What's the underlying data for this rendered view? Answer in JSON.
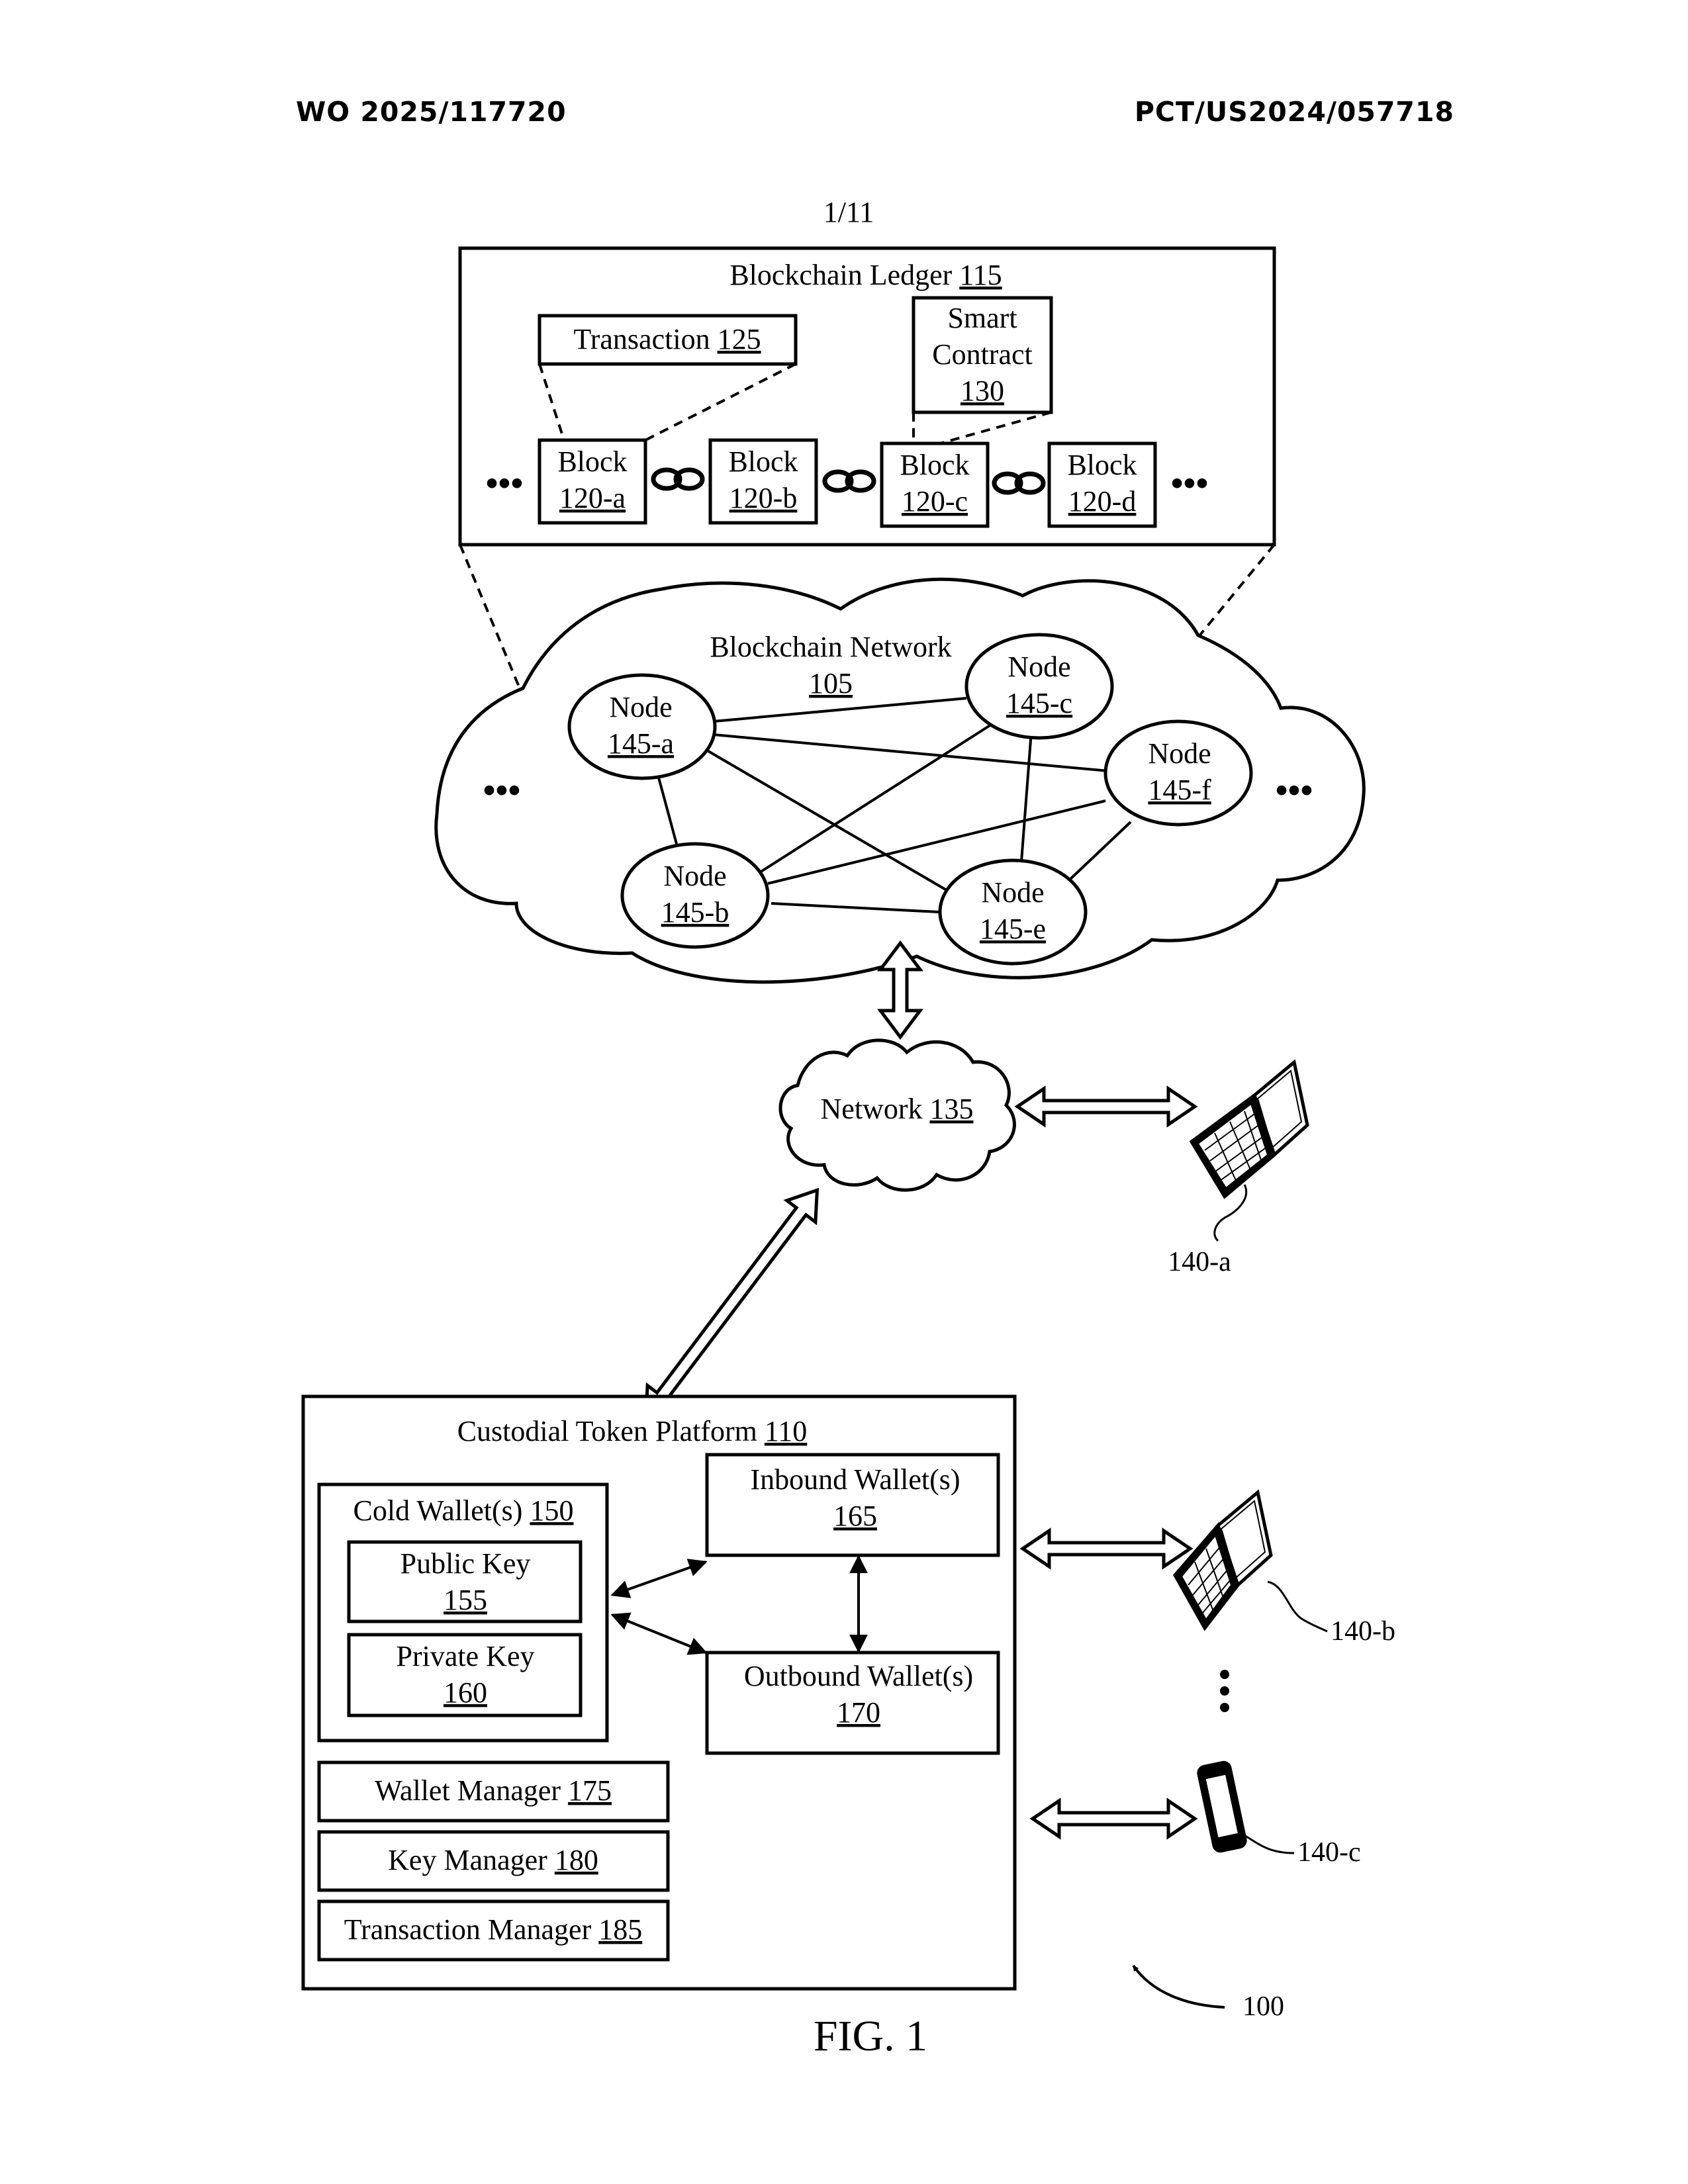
{
  "header": {
    "publication_number": "WO 2025/117720",
    "application_number": "PCT/US2024/057718",
    "sheet": "1/11"
  },
  "figure": {
    "label": "FIG. 1",
    "system_ref": "100"
  },
  "ledger": {
    "title": "Blockchain Ledger",
    "ref": "115",
    "transaction": {
      "label": "Transaction",
      "ref": "125"
    },
    "smart_contract": {
      "line1": "Smart",
      "line2": "Contract",
      "ref": "130"
    },
    "blocks": [
      {
        "label": "Block",
        "ref": "120-a"
      },
      {
        "label": "Block",
        "ref": "120-b"
      },
      {
        "label": "Block",
        "ref": "120-c"
      },
      {
        "label": "Block",
        "ref": "120-d"
      }
    ],
    "ellipsis": "•••"
  },
  "blockchain_network": {
    "title": "Blockchain Network",
    "ref": "105",
    "ellipsis": "•••",
    "nodes": [
      {
        "label": "Node",
        "ref": "145-a"
      },
      {
        "label": "Node",
        "ref": "145-b"
      },
      {
        "label": "Node",
        "ref": "145-c"
      },
      {
        "label": "Node",
        "ref": "145-e"
      },
      {
        "label": "Node",
        "ref": "145-f"
      }
    ]
  },
  "network": {
    "label": "Network",
    "ref": "135"
  },
  "devices": [
    {
      "type": "laptop-icon",
      "ref": "140-a"
    },
    {
      "type": "laptop-icon",
      "ref": "140-b"
    },
    {
      "type": "phone-icon",
      "ref": "140-c"
    }
  ],
  "platform": {
    "title": "Custodial Token Platform",
    "ref": "110",
    "cold_wallet": {
      "label": "Cold Wallet(s)",
      "ref": "150",
      "public_key": {
        "label": "Public Key",
        "ref": "155"
      },
      "private_key": {
        "label": "Private Key",
        "ref": "160"
      }
    },
    "inbound_wallet": {
      "label": "Inbound Wallet(s)",
      "ref": "165"
    },
    "outbound_wallet": {
      "label": "Outbound Wallet(s)",
      "ref": "170"
    },
    "wallet_manager": {
      "label": "Wallet Manager",
      "ref": "175"
    },
    "key_manager": {
      "label": "Key Manager",
      "ref": "180"
    },
    "transaction_manager": {
      "label": "Transaction Manager",
      "ref": "185"
    }
  }
}
